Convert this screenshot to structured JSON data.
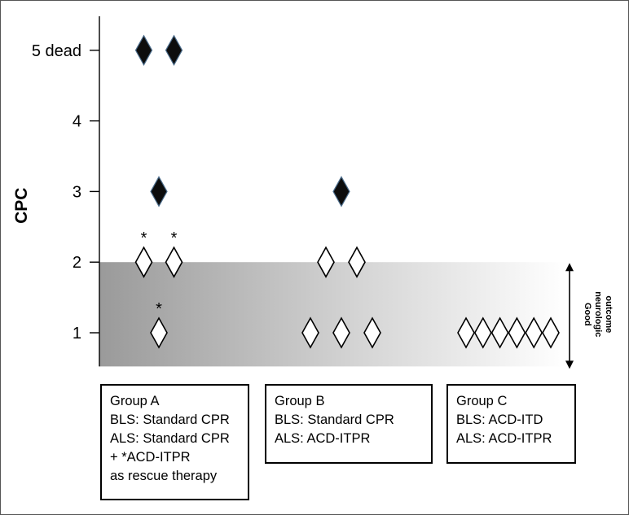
{
  "chart_data": {
    "type": "scatter",
    "ylabel": "CPC",
    "yticks": [
      {
        "value": 1,
        "label": "1"
      },
      {
        "value": 2,
        "label": "2"
      },
      {
        "value": 3,
        "label": "3"
      },
      {
        "value": 4,
        "label": "4"
      },
      {
        "value": 5,
        "label": "5 dead"
      }
    ],
    "ylim": [
      0.5,
      5.5
    ],
    "good_outcome_threshold": 2,
    "good_outcome_label": [
      "Good",
      "neurologic",
      "outcome"
    ],
    "star_symbol": "*",
    "groups": [
      {
        "name": "Group A",
        "lines": [
          "Group A",
          "BLS: Standard CPR",
          "ALS: Standard CPR",
          "+ *ACD-ITPR",
          "as rescue therapy"
        ],
        "points": [
          {
            "x": 0.0,
            "cpc": 5,
            "fill": "filled",
            "star": false
          },
          {
            "x": 1.0,
            "cpc": 5,
            "fill": "filled",
            "star": false
          },
          {
            "x": 0.5,
            "cpc": 3,
            "fill": "filled",
            "star": false
          },
          {
            "x": 0.0,
            "cpc": 2,
            "fill": "open",
            "star": true
          },
          {
            "x": 1.0,
            "cpc": 2,
            "fill": "open",
            "star": true
          },
          {
            "x": 0.5,
            "cpc": 1,
            "fill": "open",
            "star": true
          }
        ]
      },
      {
        "name": "Group B",
        "lines": [
          "Group B",
          "BLS: Standard CPR",
          "ALS: ACD-ITPR"
        ],
        "points": [
          {
            "x": 0.5,
            "cpc": 3,
            "fill": "filled",
            "star": false
          },
          {
            "x": 0.0,
            "cpc": 2,
            "fill": "open",
            "star": false
          },
          {
            "x": 1.0,
            "cpc": 2,
            "fill": "open",
            "star": false
          },
          {
            "x": -0.5,
            "cpc": 1,
            "fill": "open",
            "star": false
          },
          {
            "x": 0.5,
            "cpc": 1,
            "fill": "open",
            "star": false
          },
          {
            "x": 1.5,
            "cpc": 1,
            "fill": "open",
            "star": false
          }
        ]
      },
      {
        "name": "Group C",
        "lines": [
          "Group C",
          "BLS: ACD-ITD",
          "ALS: ACD-ITPR"
        ],
        "points": [
          {
            "x": 0,
            "cpc": 1,
            "fill": "open",
            "star": false
          },
          {
            "x": 1,
            "cpc": 1,
            "fill": "open",
            "star": false
          },
          {
            "x": 2,
            "cpc": 1,
            "fill": "open",
            "star": false
          },
          {
            "x": 3,
            "cpc": 1,
            "fill": "open",
            "star": false
          },
          {
            "x": 4,
            "cpc": 1,
            "fill": "open",
            "star": false
          },
          {
            "x": 5,
            "cpc": 1,
            "fill": "open",
            "star": false
          }
        ]
      }
    ]
  }
}
